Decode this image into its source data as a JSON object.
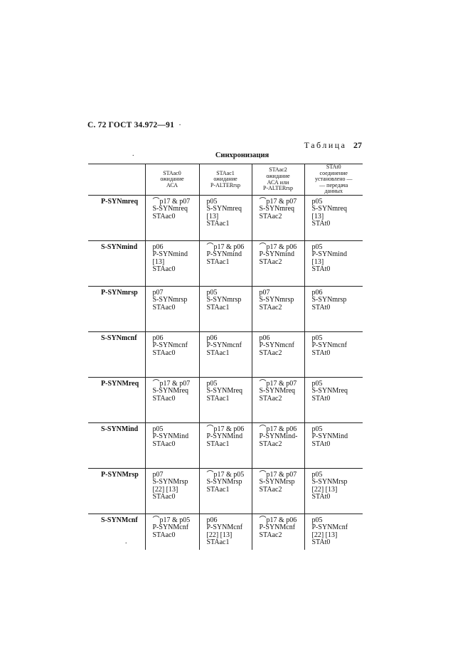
{
  "header": {
    "page_ref": "С. 72 ГОСТ 34.972—91",
    "tick": "·"
  },
  "table_number": {
    "label": "Таблица",
    "number": "27"
  },
  "title": "Синхронизация",
  "columns": [
    {
      "lines": [
        ""
      ]
    },
    {
      "lines": [
        "STAac0",
        "ожидание",
        "АСА"
      ]
    },
    {
      "lines": [
        "STAac1",
        "ожидание",
        "P-ALTERrsp"
      ]
    },
    {
      "lines": [
        "STAac2",
        "ожидание",
        "АСА или",
        "P-ALTERrsp"
      ]
    },
    {
      "lines": [
        "STAt0",
        "соединение",
        "установлено —",
        "— передача",
        "данных"
      ]
    }
  ],
  "rows": [
    {
      "event": "P-SYNmreq",
      "cells": [
        [
          "⌒p17 & p07",
          "S-SYNmreq",
          "STAac0"
        ],
        [
          "p05",
          "S-SYNmreq",
          "[13]",
          "STAac1"
        ],
        [
          "⌒p17 & p07",
          "S-SYNmreq",
          "STAac2"
        ],
        [
          "p05",
          "S-SYNmreq",
          "[13]",
          "STAt0"
        ]
      ]
    },
    {
      "event": "S-SYNmind",
      "cells": [
        [
          "p06",
          "P-SYNmind",
          "[13]",
          "STAac0"
        ],
        [
          "⌒p17 & p06",
          "P-SYNmind",
          "STAac1"
        ],
        [
          "⌒p17 & p06",
          "P-SYNmind",
          "STAac2"
        ],
        [
          "p05",
          "P-SYNmind",
          "[13]",
          "STAt0"
        ]
      ]
    },
    {
      "event": "P-SYNmrsp",
      "cells": [
        [
          "p07",
          "S-SYNmrsp",
          "STAac0"
        ],
        [
          "p05",
          "S-SYNmrsp",
          "STAac1"
        ],
        [
          "p07",
          "S-SYNmrsp",
          "STAac2"
        ],
        [
          "p06",
          "S-SYNmrsp",
          "STAt0"
        ]
      ]
    },
    {
      "event": "S-SYNmcnf",
      "cells": [
        [
          "p06",
          "P-SYNmcnf",
          "STAac0"
        ],
        [
          "p06",
          "P-SYNmcnf",
          "STAac1"
        ],
        [
          "p06",
          "P-SYNmcnf",
          "STAac2"
        ],
        [
          "p05",
          "P-SYNmcnf",
          "STAt0"
        ]
      ]
    },
    {
      "event": "P-SYNMreq",
      "cells": [
        [
          "⌒p17 & p07",
          "S-SYNMreq",
          "STAac0"
        ],
        [
          "p05",
          "S-SYNMreq",
          "STAac1"
        ],
        [
          "⌒p17 & p07",
          "S-SYNMreq",
          "STAac2"
        ],
        [
          "p05",
          "S-SYNMreq",
          "STAt0"
        ]
      ]
    },
    {
      "event": "S-SYNMind",
      "cells": [
        [
          "p05",
          "P-SYNMind",
          "STAac0"
        ],
        [
          "⌒p17 & p06",
          "P-SYNMind",
          "STAac1"
        ],
        [
          "⌒p17 & p06",
          "P-SYNMind-",
          "STAac2"
        ],
        [
          "p05",
          "P-SYNMind",
          "STAt0"
        ]
      ]
    },
    {
      "event": "P-SYNMrsp",
      "cells": [
        [
          "p07",
          "S-SYNMrsp",
          "[22] [13]",
          "STAac0"
        ],
        [
          "⌒p17 & p05",
          "S-SYNMrsp",
          "STAac1"
        ],
        [
          "⌒p17 & p07",
          "S-SYNMrsp",
          "STAac2"
        ],
        [
          "p05",
          "S-SYNMrsp",
          "[22] [13]",
          "STAt0"
        ]
      ]
    },
    {
      "event": "S-SYNMcnf",
      "cells": [
        [
          "⌒p17 & p05",
          "P-SYNMcnf",
          "STAac0"
        ],
        [
          "p06",
          "P-SYNMcnf",
          "[22] [13]",
          "STAac1"
        ],
        [
          "⌒p17 & p06",
          "P-SYNMcnf",
          "STAac2"
        ],
        [
          "p05",
          "P-SYNMcnf",
          "[22] [13]",
          "STAt0"
        ]
      ]
    }
  ],
  "footer": {
    "dot": "."
  }
}
